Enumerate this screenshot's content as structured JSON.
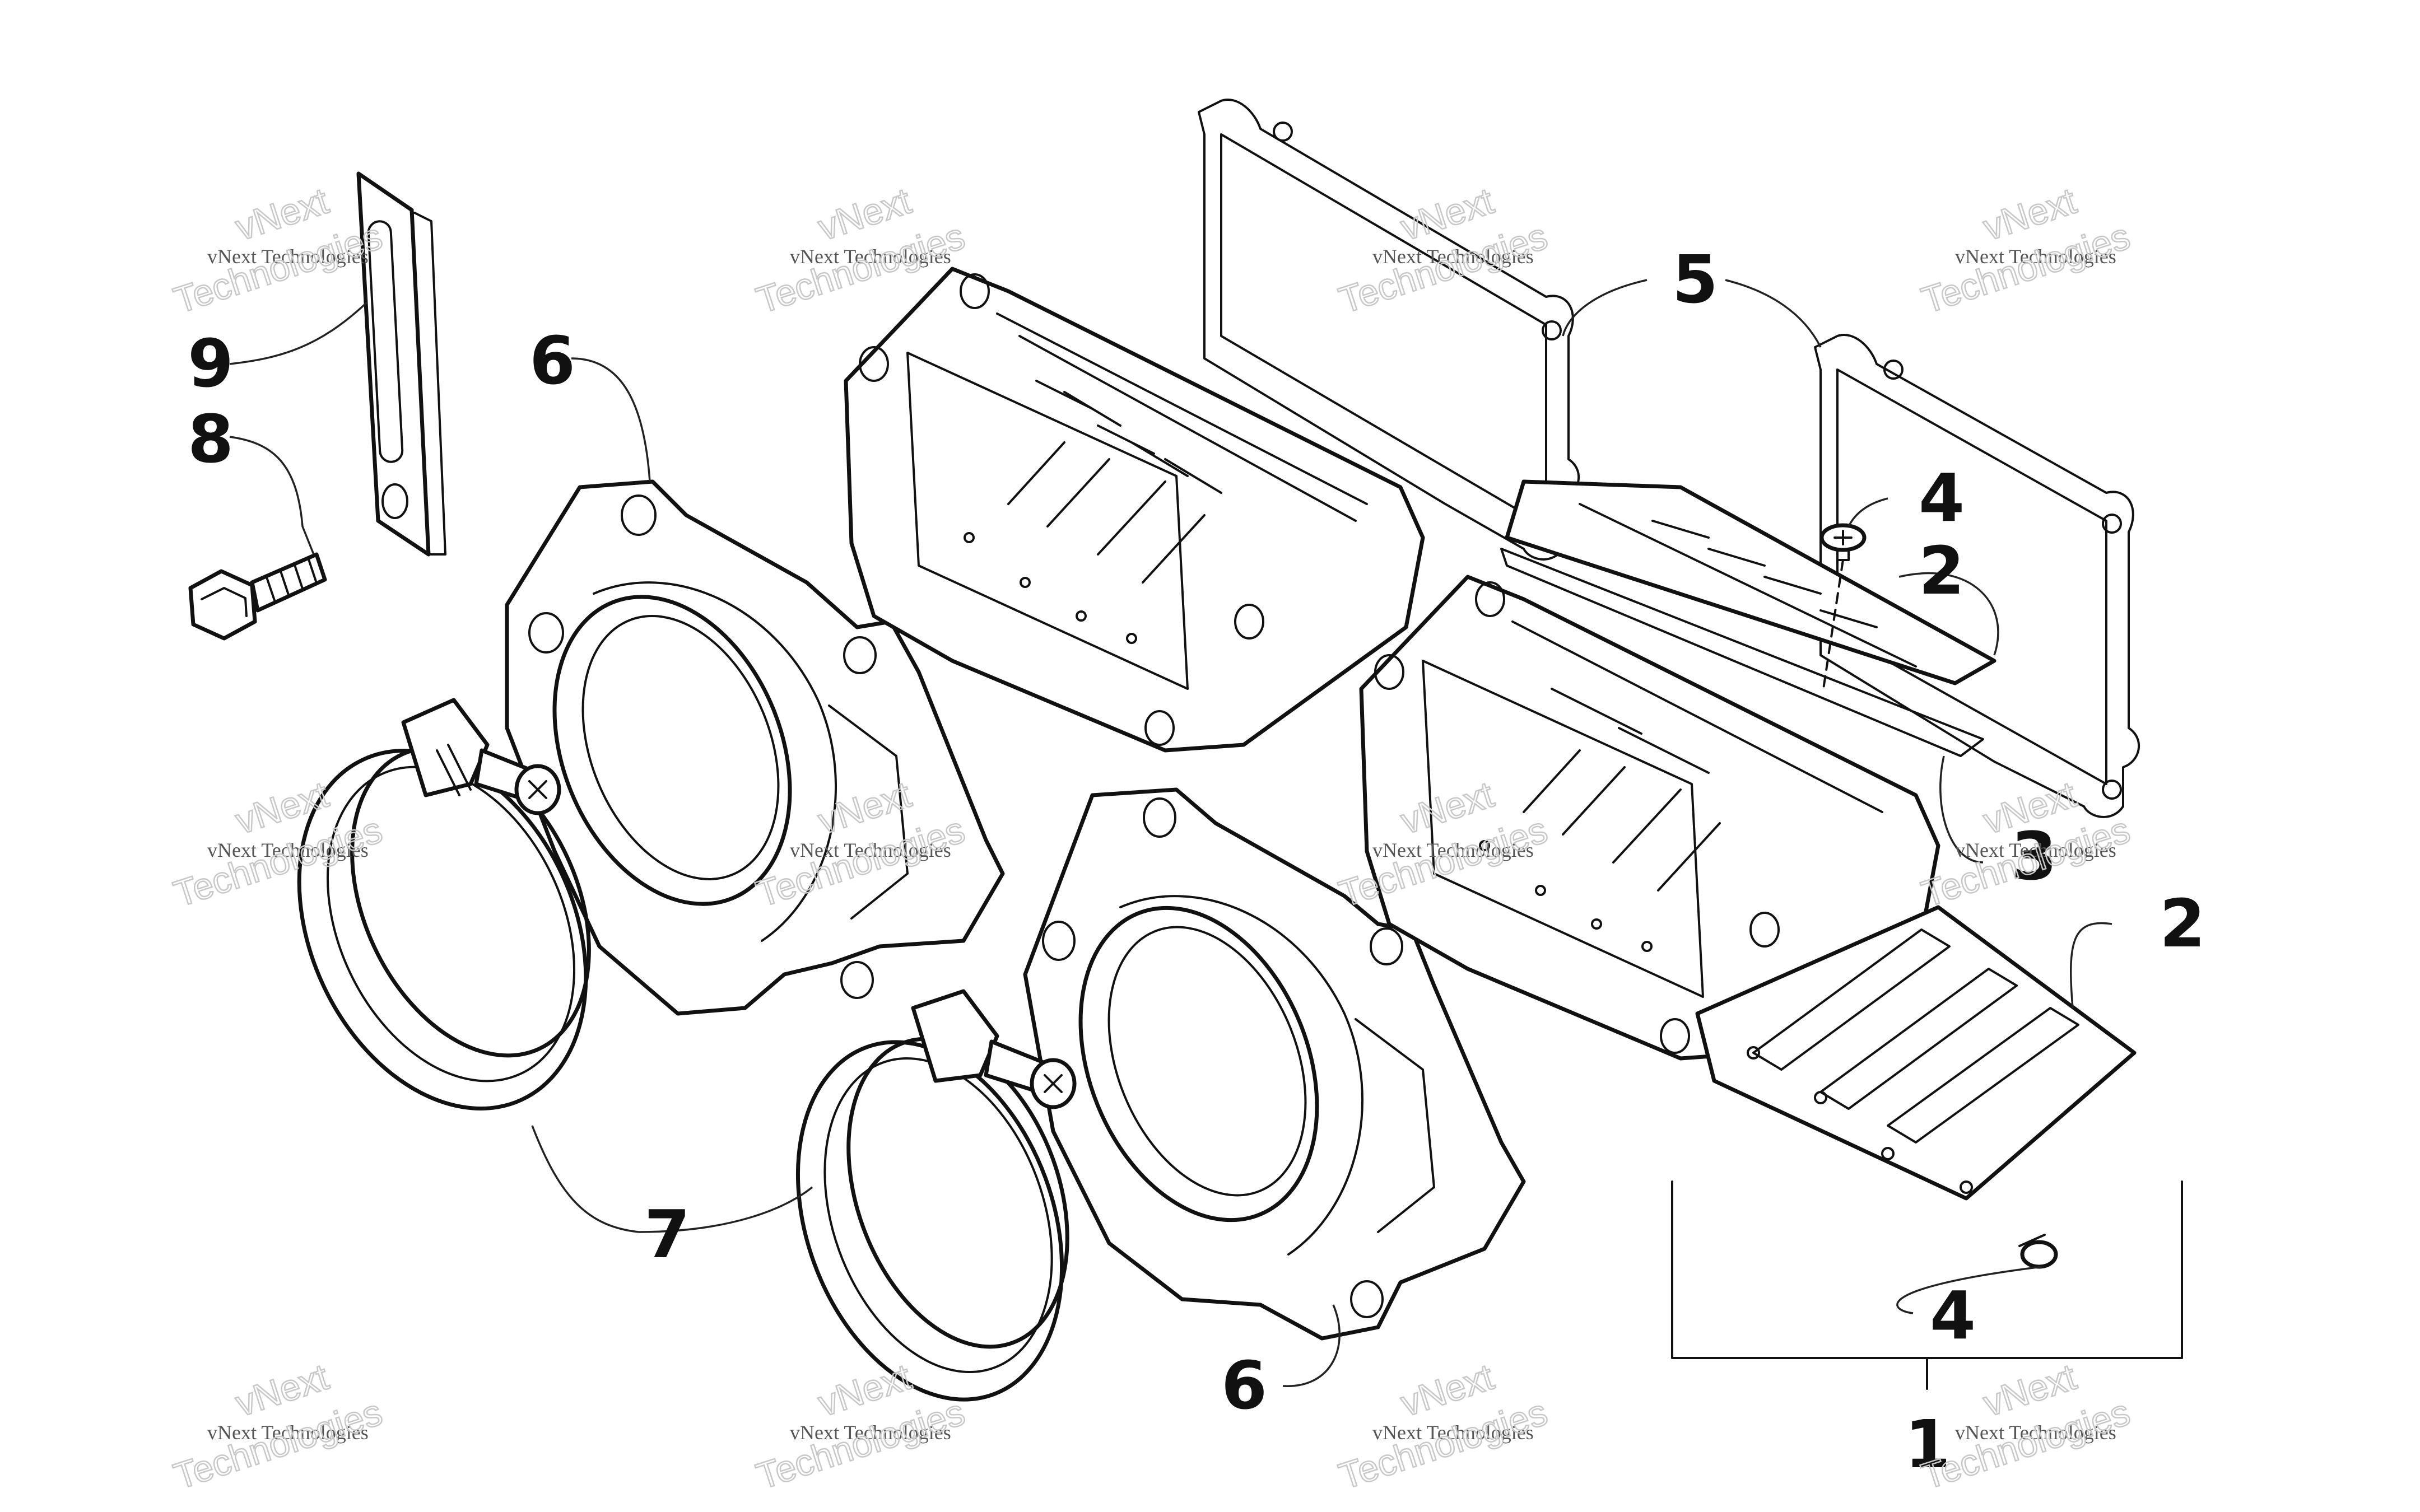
{
  "diagram": {
    "callouts": [
      "1",
      "2",
      "2",
      "3",
      "4",
      "4",
      "5",
      "6",
      "6",
      "7",
      "8",
      "9"
    ],
    "watermark": {
      "small": "vNext Technologies",
      "large_line1": "vNext",
      "large_line2": "Technologies"
    }
  }
}
